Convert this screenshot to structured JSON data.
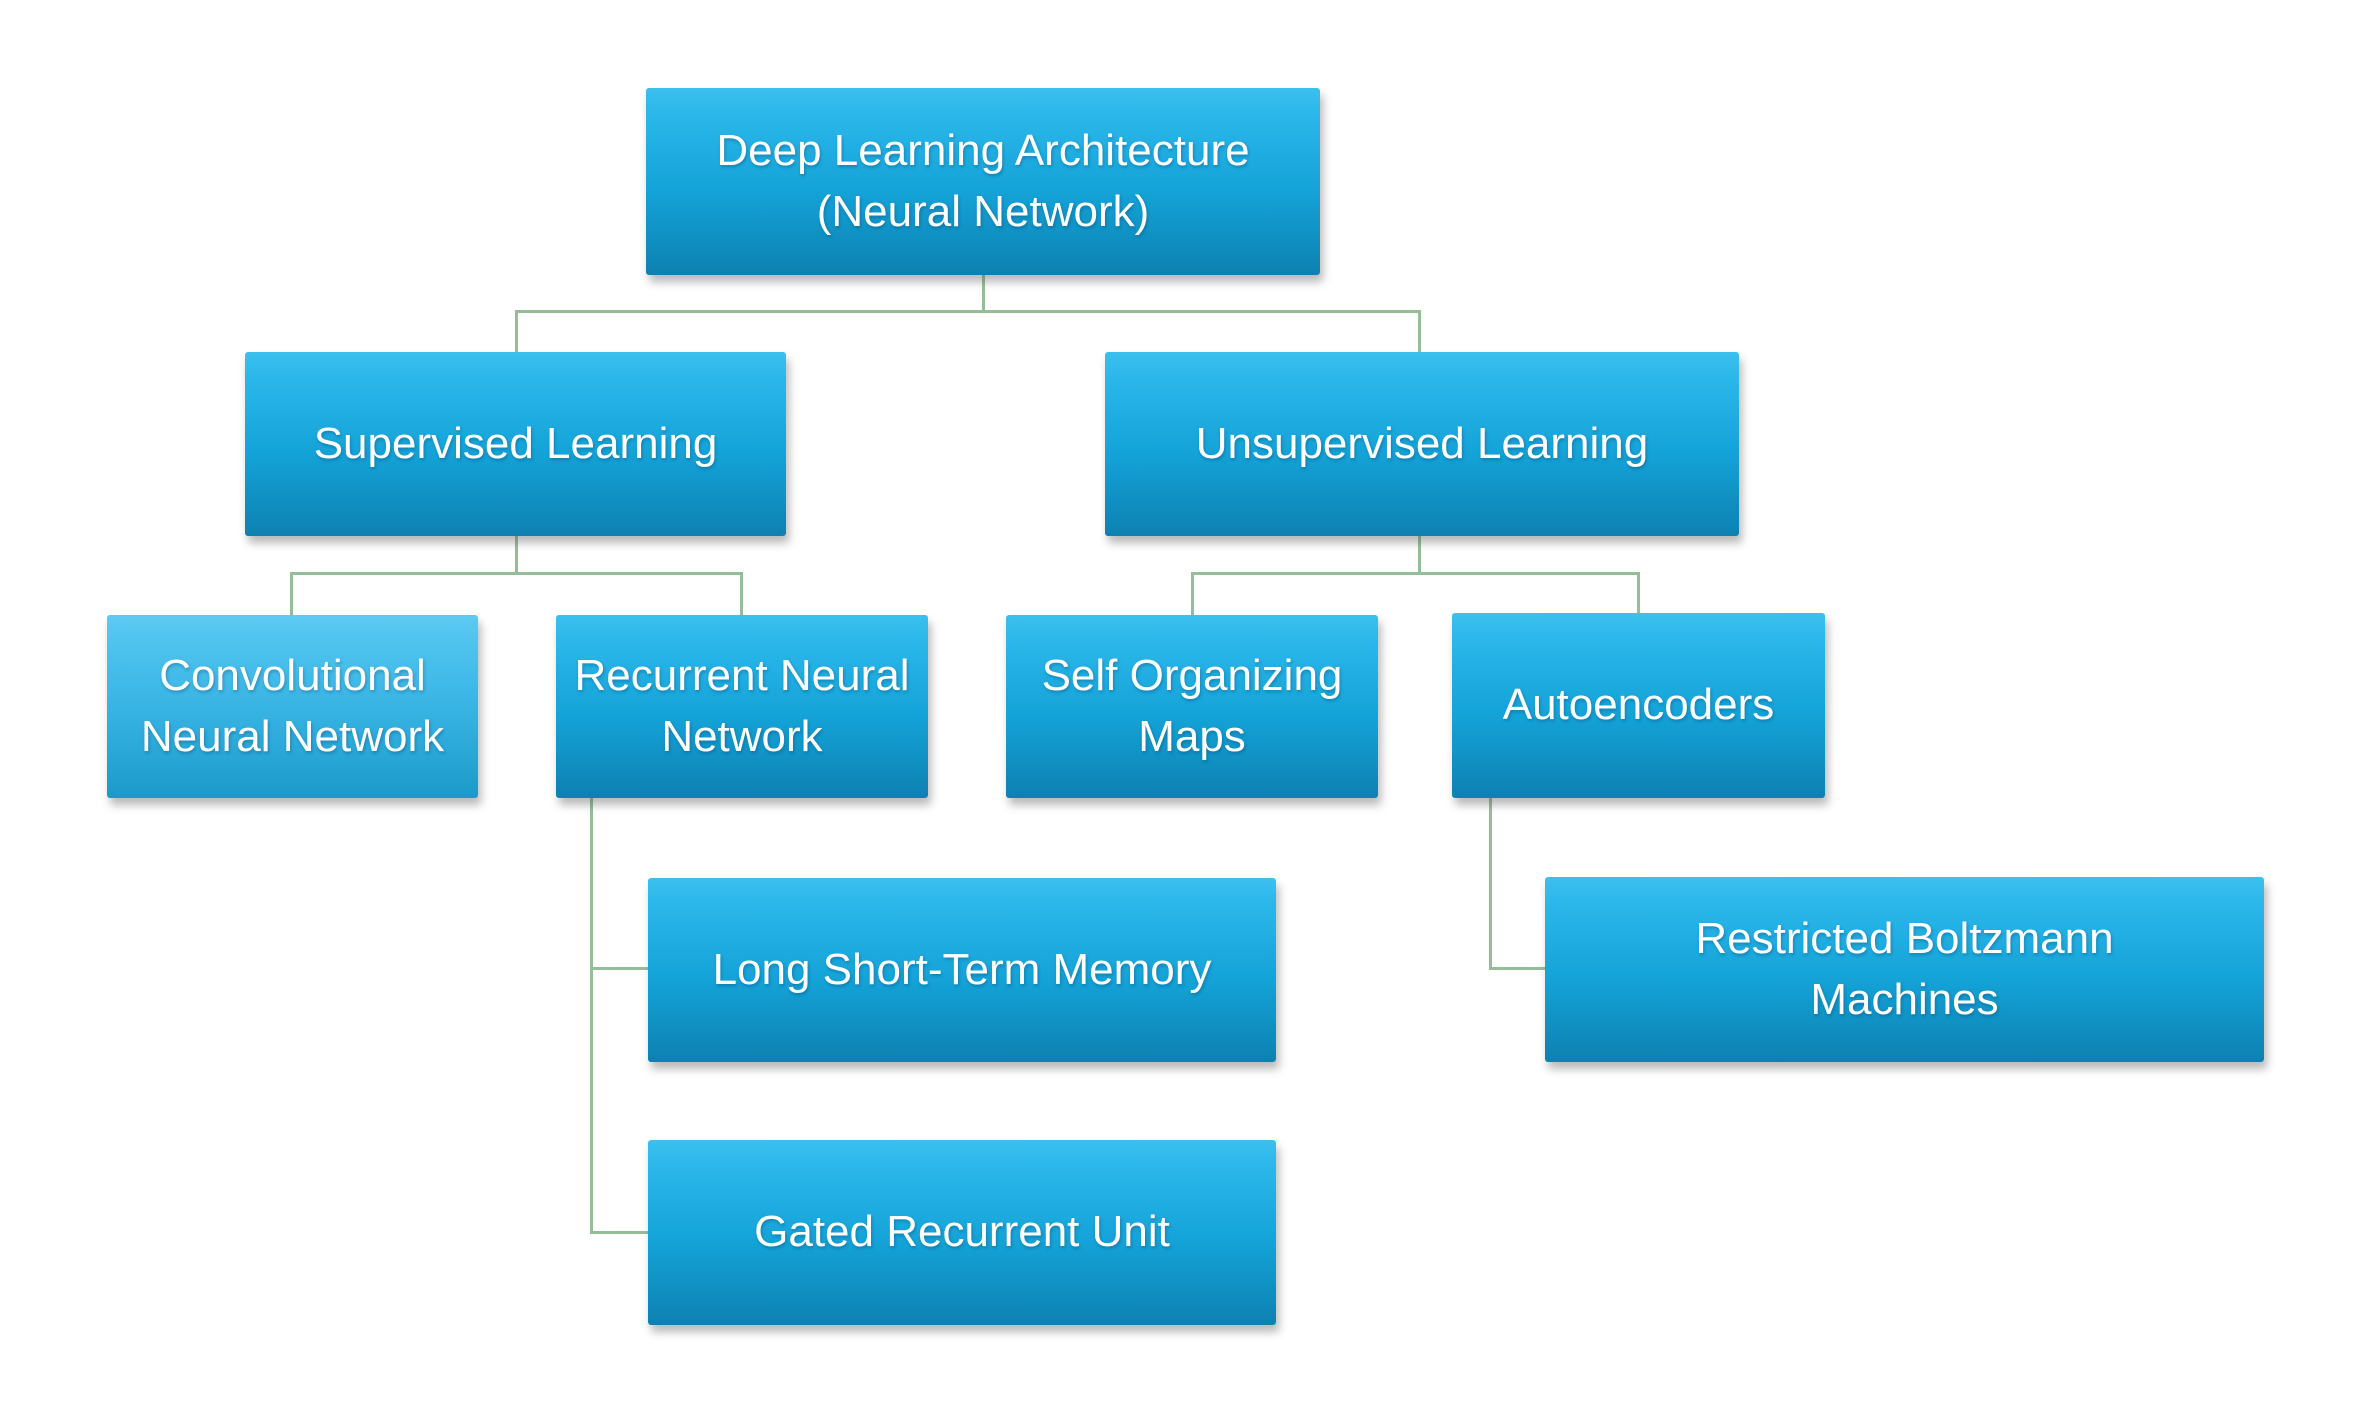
{
  "diagram": {
    "type": "hierarchy-org-chart",
    "background": "#ffffff",
    "nodes": {
      "root": {
        "label": "Deep Learning Architecture (Neural Network)"
      },
      "supervised": {
        "label": "Supervised Learning"
      },
      "unsupervised": {
        "label": "Unsupervised Learning"
      },
      "cnn": {
        "label": "Convolutional Neural Network"
      },
      "rnn": {
        "label": "Recurrent Neural Network"
      },
      "som": {
        "label": "Self Organizing Maps"
      },
      "autoencoders": {
        "label": "Autoencoders"
      },
      "lstm": {
        "label": "Long Short-Term Memory"
      },
      "gru": {
        "label": "Gated Recurrent Unit"
      },
      "rbm": {
        "label": "Restricted Boltzmann Machines"
      }
    },
    "hierarchy": [
      {
        "parent": "root",
        "children": [
          "supervised",
          "unsupervised"
        ]
      },
      {
        "parent": "supervised",
        "children": [
          "cnn",
          "rnn"
        ]
      },
      {
        "parent": "unsupervised",
        "children": [
          "som",
          "autoencoders"
        ]
      },
      {
        "parent": "rnn",
        "children": [
          "lstm",
          "gru"
        ]
      },
      {
        "parent": "autoencoders",
        "children": [
          "rbm"
        ]
      }
    ],
    "colors": {
      "node_gradient_top": "#3cc0ee",
      "node_gradient_bottom": "#0d81b1",
      "node_light_gradient_top": "#5ecaf1",
      "node_light_gradient_bottom": "#1b9aca",
      "connector": "#95bd98",
      "text": "#ffffff"
    }
  }
}
